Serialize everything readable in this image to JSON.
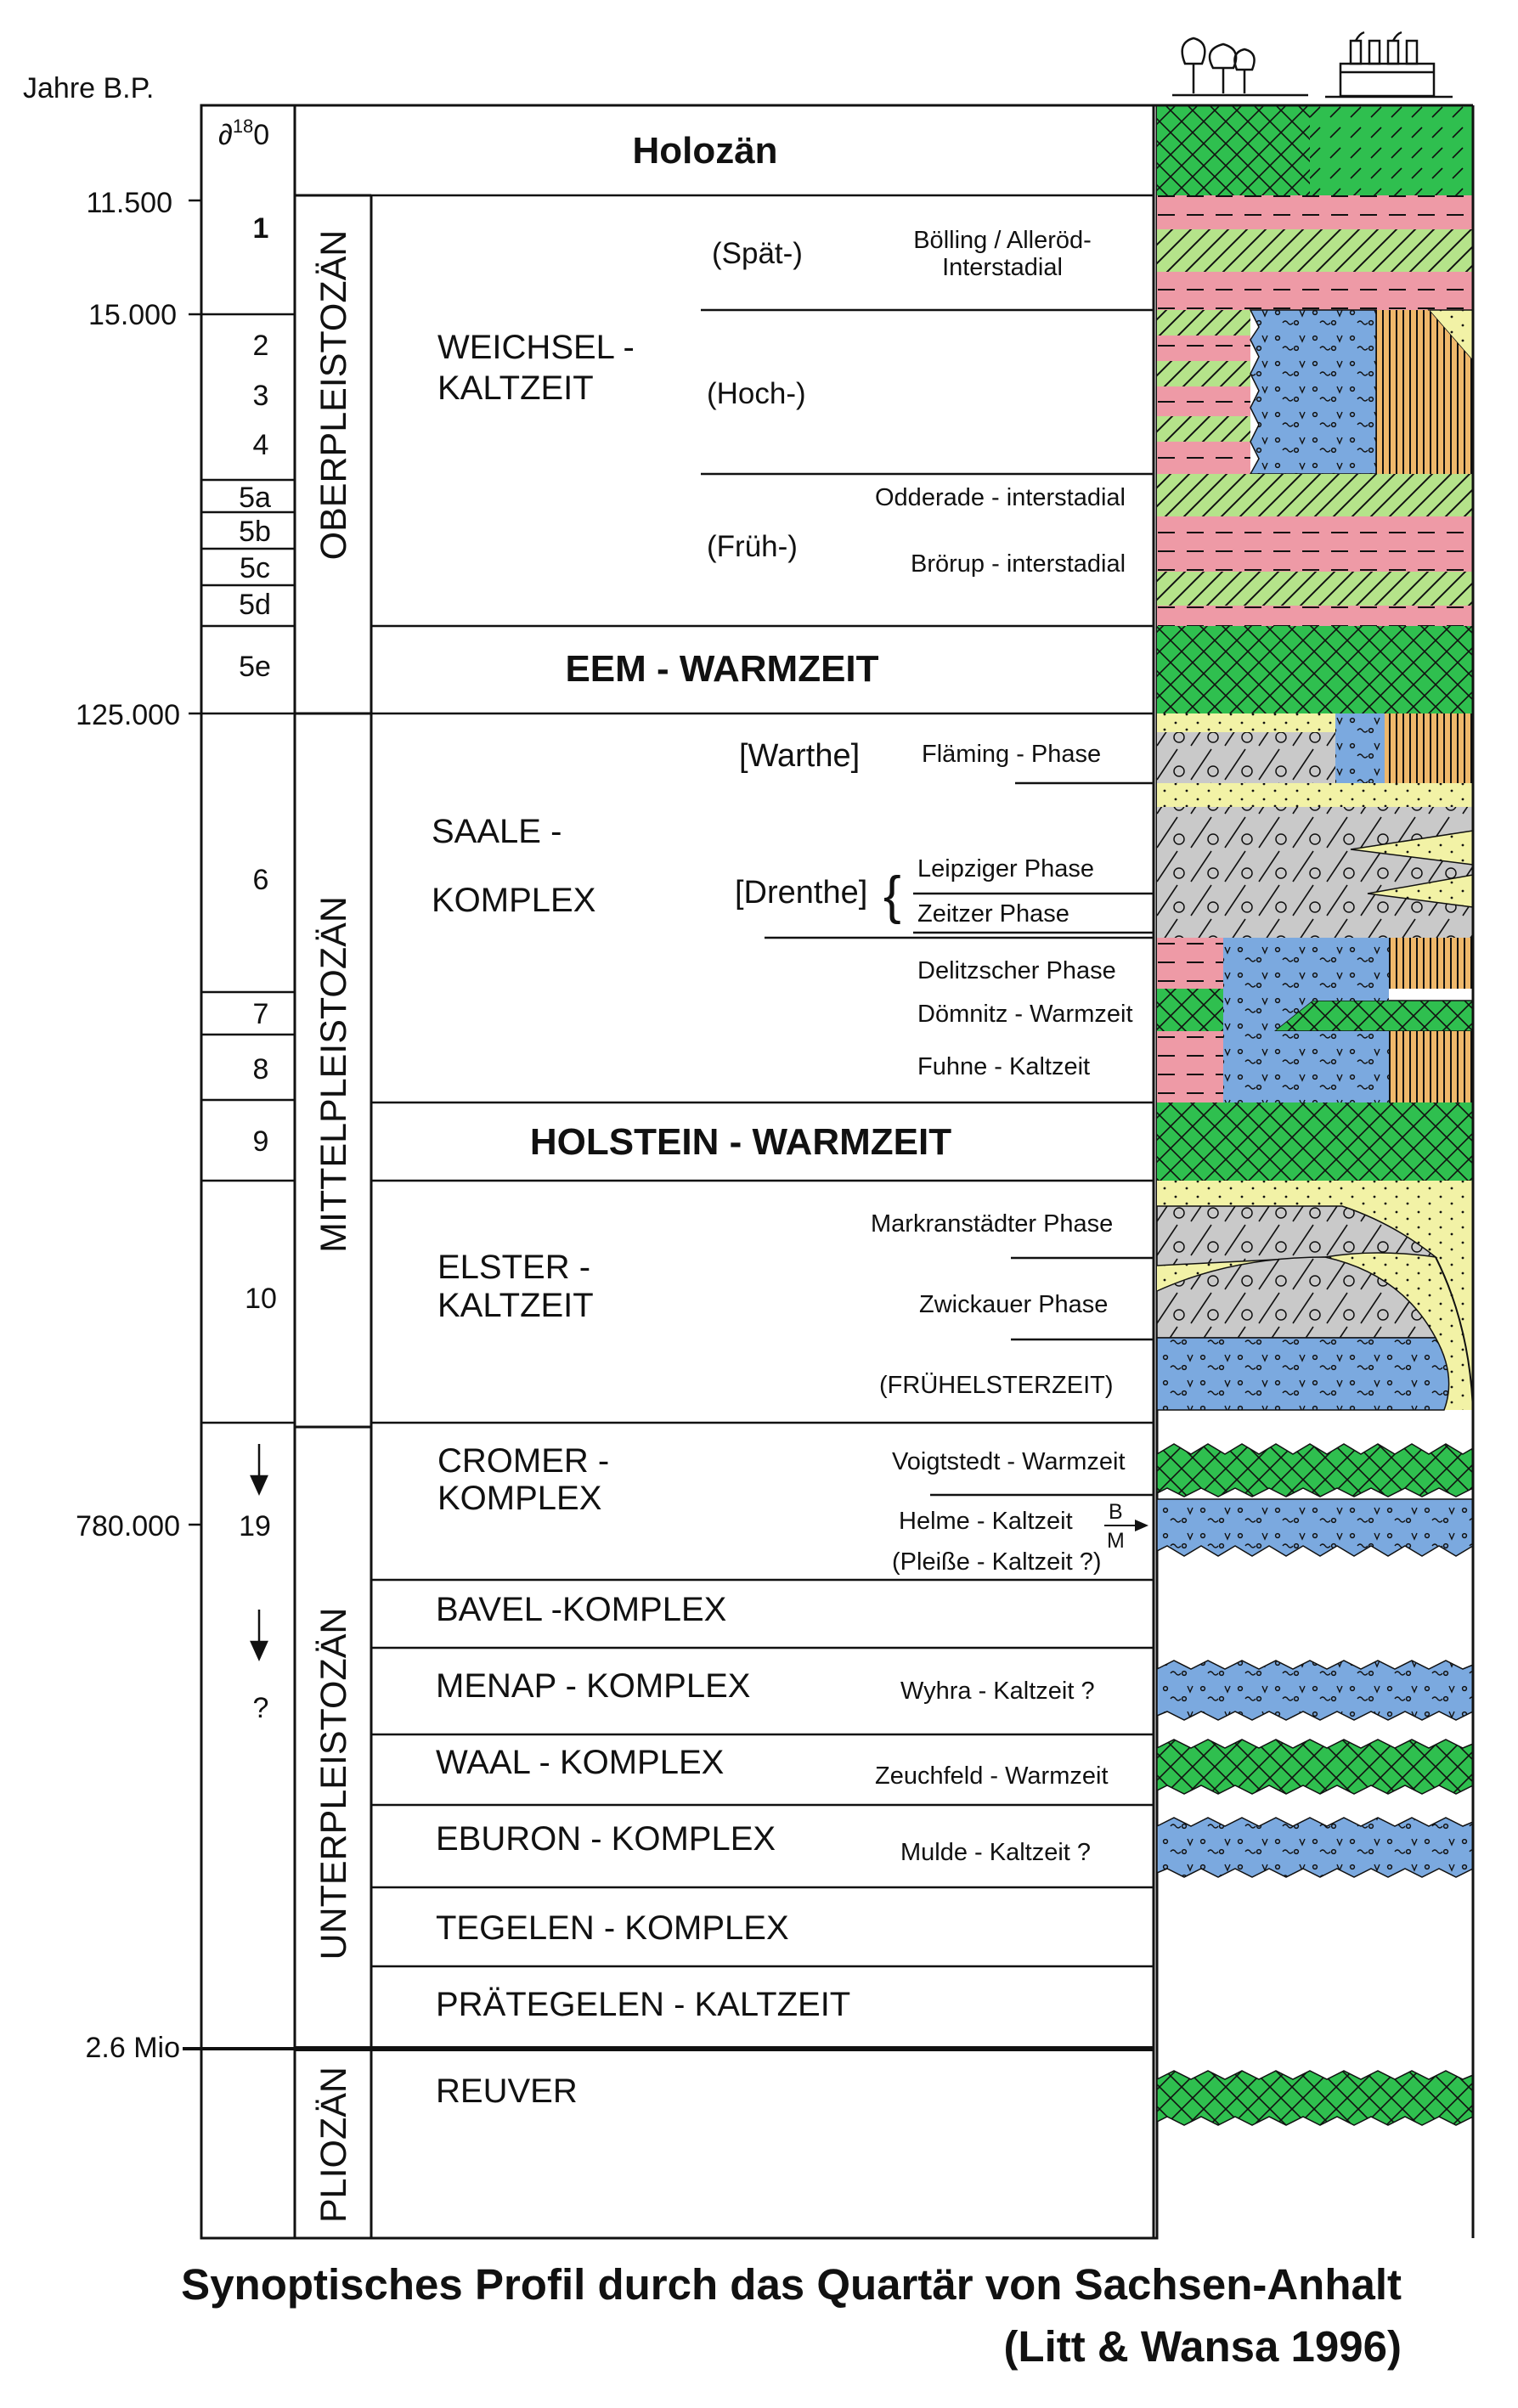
{
  "header": {
    "age_axis_title": "Jahre B.P.",
    "isotope_title": "∂",
    "isotope_sup": "18",
    "isotope_tail": "0"
  },
  "ages": [
    "11.500",
    "15.000",
    "125.000",
    "780.000",
    "2.6 Mio"
  ],
  "isotope_stages": [
    "1",
    "2",
    "3",
    "4",
    "5a",
    "5b",
    "5c",
    "5d",
    "5e",
    "6",
    "7",
    "8",
    "9",
    "10",
    "19",
    "?"
  ],
  "series": [
    "OBERPLEISTOZÄN",
    "MITTELPLEISTOZÄN",
    "UNTERPLEISTOZÄN",
    "PLIOZÄN"
  ],
  "stages": {
    "holozaen": "Holozän",
    "weichsel_1": "WEICHSEL -",
    "weichsel_2": "KALTZEIT",
    "eem": "EEM  -  WARMZEIT",
    "saale_1": "SAALE  -",
    "saale_2": "KOMPLEX",
    "holstein": "HOLSTEIN - WARMZEIT",
    "elster_1": "ELSTER -",
    "elster_2": "KALTZEIT",
    "cromer_1": "CROMER -",
    "cromer_2": "KOMPLEX",
    "bavel": "BAVEL -KOMPLEX",
    "menap": "MENAP  - KOMPLEX",
    "waal": "WAAL - KOMPLEX",
    "eburon": "EBURON  - KOMPLEX",
    "tegelen": "TEGELEN  - KOMPLEX",
    "praetegelen": "PRÄTEGELEN  - KALTZEIT",
    "reuver": "REUVER"
  },
  "substages": {
    "spaet": "(Spät-)",
    "hoch": "(Hoch-)",
    "frueh": "(Früh-)",
    "warthe": "[Warthe]",
    "drenthe": "[Drenthe]"
  },
  "phases": {
    "boelling_1": "Bölling / Alleröd-",
    "boelling_2": "Interstadial",
    "odderade": "Odderade - interstadial",
    "broerup": "Brörup - interstadial",
    "flaeming": "Fläming - Phase",
    "leipziger": "Leipziger Phase",
    "zeitzer": "Zeitzer Phase",
    "delitzscher": "Delitzscher Phase",
    "doemnitz": "Dömnitz - Warmzeit",
    "fuhne": "Fuhne - Kaltzeit",
    "markranstaedter": "Markranstädter Phase",
    "zwickauer": "Zwickauer Phase",
    "fruehelster": "(FRÜHELSTERZEIT)",
    "voigtstedt": "Voigtstedt - Warmzeit",
    "helme": "Helme - Kaltzeit",
    "pleisse": "(Pleiße - Kaltzeit ?)",
    "wyhra": "Wyhra - Kaltzeit  ?",
    "zeuchfeld": "Zeuchfeld - Warmzeit",
    "mulde": "Mulde - Kaltzeit ?",
    "bm_top": "B",
    "bm_bottom": "M"
  },
  "caption": {
    "line1": "Synoptisches Profil durch das Quartär von Sachsen-Anhalt",
    "line2": "(Litt & Wansa 1996)"
  },
  "colors": {
    "warm": "#2fbf4f",
    "pink": "#ee9aa6",
    "lightgreen": "#b5e38a",
    "blue": "#7ba9df",
    "yellow": "#f2f2a6",
    "grey": "#c9c9c9",
    "orange": "#efb86b"
  }
}
